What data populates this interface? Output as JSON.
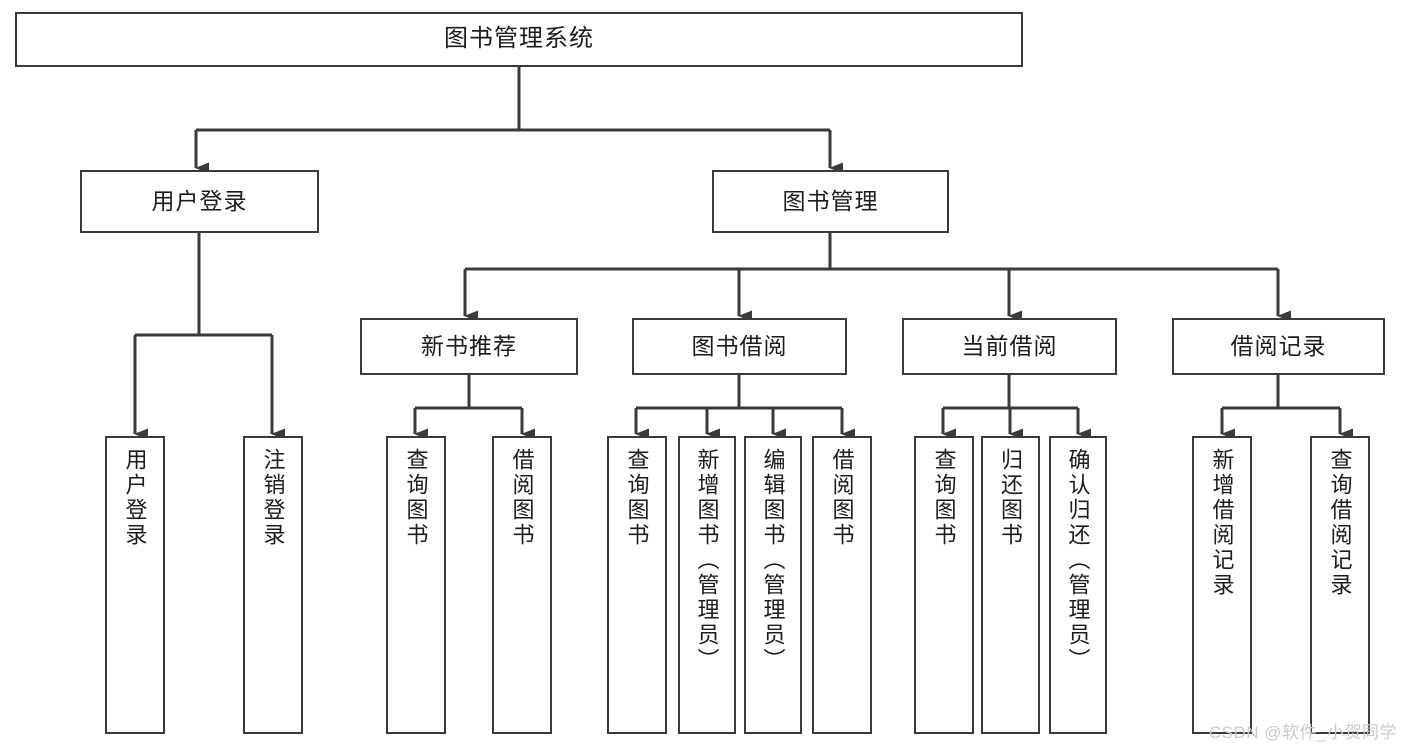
{
  "diagram": {
    "title": "图书管理系统",
    "type": "tree-hierarchy-chart",
    "colors": {
      "box_border": "#3a3a3a",
      "box_fill": "#ffffff",
      "connector": "#3a3a3a",
      "text": "#1c1c1c",
      "watermark": "#c9c9c9"
    },
    "root": {
      "label": "图书管理系统"
    },
    "level2": [
      {
        "id": "user-login",
        "label": "用户登录"
      },
      {
        "id": "book-manage",
        "label": "图书管理"
      }
    ],
    "level3": [
      {
        "id": "new-book-recommend",
        "label": "新书推荐"
      },
      {
        "id": "book-borrow",
        "label": "图书借阅"
      },
      {
        "id": "current-borrow",
        "label": "当前借阅"
      },
      {
        "id": "borrow-record",
        "label": "借阅记录"
      }
    ],
    "leaves": {
      "user_login": [
        {
          "id": "leaf-user-login",
          "label": "用户登录"
        },
        {
          "id": "leaf-logout-login",
          "label": "注销登录"
        }
      ],
      "new_book_recommend": [
        {
          "id": "leaf-query-book-1",
          "label": "查询图书"
        },
        {
          "id": "leaf-borrow-book-1",
          "label": "借阅图书"
        }
      ],
      "book_borrow": [
        {
          "id": "leaf-query-book-2",
          "label": "查询图书"
        },
        {
          "id": "leaf-add-book",
          "label": "新增图书（管理员）"
        },
        {
          "id": "leaf-edit-book",
          "label": "编辑图书（管理员）"
        },
        {
          "id": "leaf-borrow-book-2",
          "label": "借阅图书"
        }
      ],
      "current_borrow": [
        {
          "id": "leaf-query-book-3",
          "label": "查询图书"
        },
        {
          "id": "leaf-return-book",
          "label": "归还图书"
        },
        {
          "id": "leaf-confirm-return",
          "label": "确认归还（管理员）"
        }
      ],
      "borrow_record": [
        {
          "id": "leaf-add-record",
          "label": "新增借阅记录"
        },
        {
          "id": "leaf-query-record",
          "label": "查询借阅记录"
        }
      ]
    }
  },
  "watermark": {
    "text": "CSDN @软件_小贺同学"
  }
}
